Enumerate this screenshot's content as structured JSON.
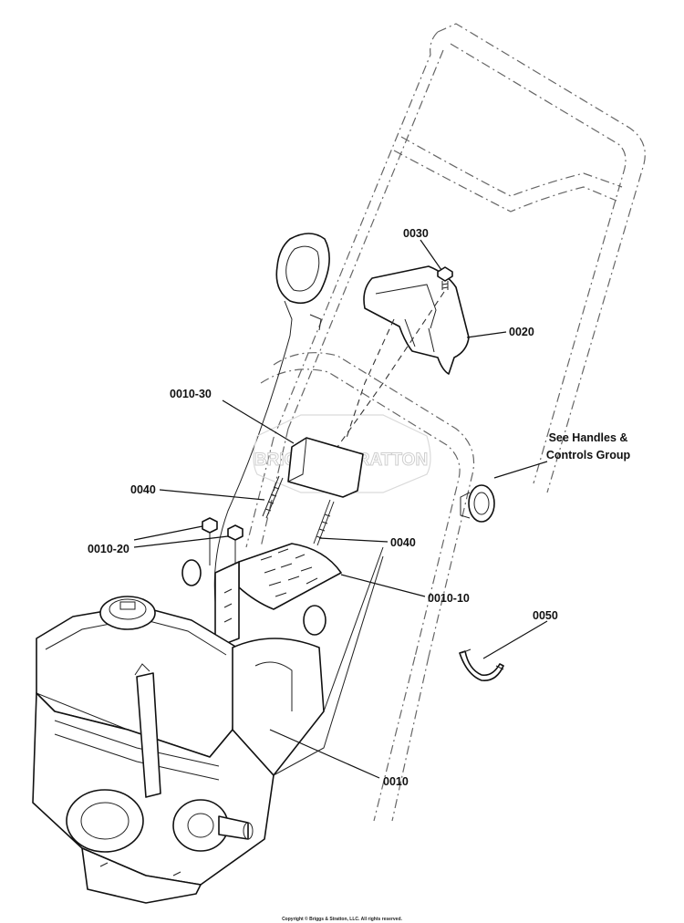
{
  "labels": {
    "p0030": "0030",
    "p0020": "0020",
    "p0010_30": "0010-30",
    "see_handles": [
      "See Handles &",
      "Controls Group"
    ],
    "p0040_left": "0040",
    "p0040_right": "0040",
    "p0010_20": "0010-20",
    "p0010_10": "0010-10",
    "p0050": "0050",
    "p0010": "0010"
  },
  "watermark": "BRIGGS&STRATTON",
  "copyright": "Copyright © Briggs & Stratton, LLC. All rights reserved."
}
